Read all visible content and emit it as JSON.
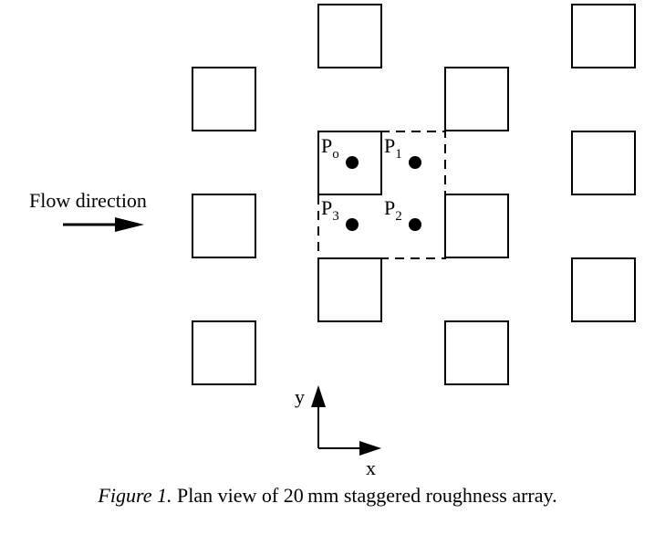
{
  "diagram": {
    "flow_label": "Flow direction",
    "points": [
      {
        "letter": "P",
        "sub": "o"
      },
      {
        "letter": "P",
        "sub": "1"
      },
      {
        "letter": "P",
        "sub": "3"
      },
      {
        "letter": "P",
        "sub": "2"
      }
    ],
    "axis": {
      "x": "x",
      "y": "y"
    }
  },
  "caption": {
    "label": "Figure 1.",
    "text": "Plan view of 20 mm staggered roughness array."
  }
}
